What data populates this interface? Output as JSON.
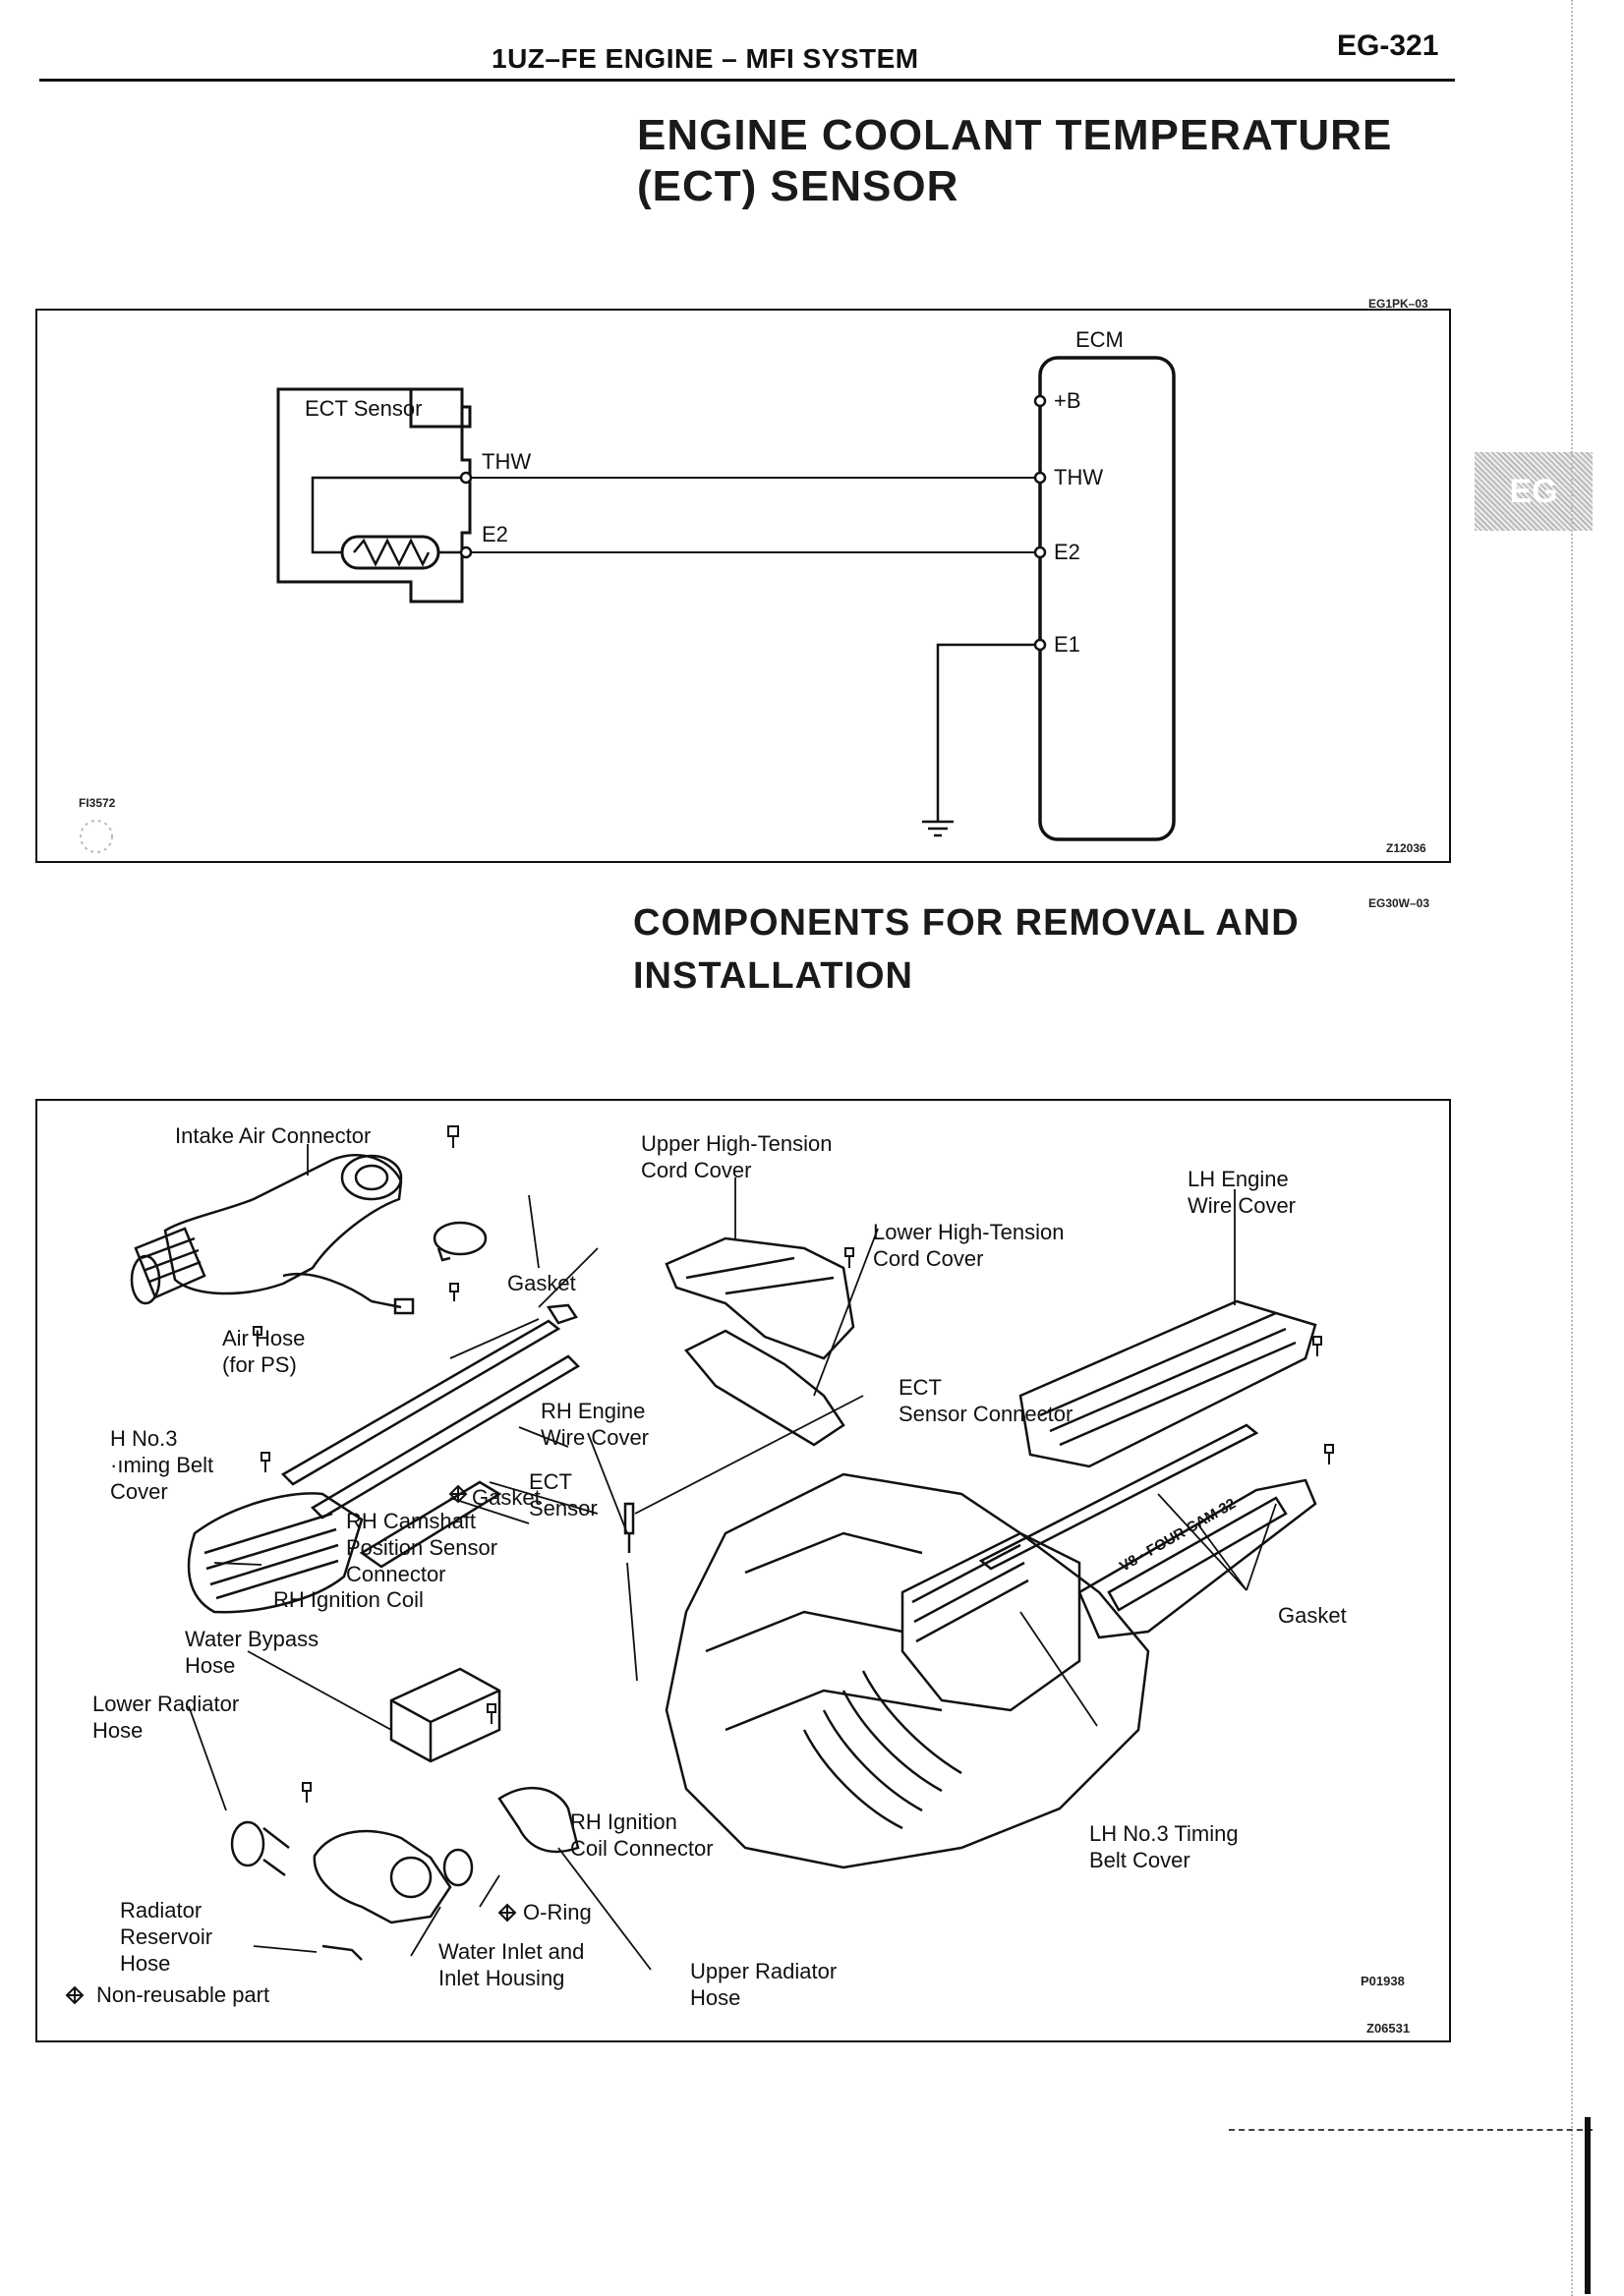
{
  "header": {
    "title": "1UZ–FE ENGINE – MFI SYSTEM",
    "page_number": "EG-321",
    "tab": "EG"
  },
  "section1": {
    "title_line1": "ENGINE COOLANT TEMPERATURE",
    "title_line2": "(ECT) SENSOR",
    "code": "EG1PK–03"
  },
  "circuit": {
    "sensor_label": "ECT Sensor",
    "ecm_label": "ECM",
    "wire_thw": "THW",
    "wire_e2": "E2",
    "pin_b": "+B",
    "pin_thw": "THW",
    "pin_e2": "E2",
    "pin_e1": "E1",
    "fig_left": "FI3572",
    "fig_right": "Z12036"
  },
  "section2": {
    "title_line1": "COMPONENTS FOR REMOVAL AND",
    "title_line2": "INSTALLATION",
    "code": "EG30W–03"
  },
  "components": {
    "intake_air_connector": "Intake Air Connector",
    "upper_ht_cord_cover": "Upper High-Tension\nCord Cover",
    "lh_engine_wire_cover": "LH Engine\nWire Cover",
    "lower_ht_cord_cover": "Lower High-Tension\nCord Cover",
    "gasket_top": "Gasket",
    "air_hose": "Air Hose\n(for PS)",
    "ect_sensor_connector": "ECT\nSensor Connector",
    "rh_no3_timing_belt_cover": "H No.3\n·ıming Belt\nCover",
    "rh_engine_wire_cover": "RH Engine\nWire Cover",
    "ect_sensor": "ECT\nSensor",
    "gasket_mid": "Gasket",
    "rh_camshaft_sensor_connector": "RH Camshaft\nPosition Sensor\nConnector",
    "rh_ignition_coil": "RH Ignition Coil",
    "gasket_right": "Gasket",
    "water_bypass_hose": "Water Bypass\nHose",
    "lower_radiator_hose": "Lower Radiator\nHose",
    "rh_ignition_coil_connector": "RH Ignition\nCoil Connector",
    "lh_no3_timing_belt_cover": "LH No.3 Timing\nBelt Cover",
    "radiator_reservoir_hose": "Radiator\nReservoir\nHose",
    "o_ring": "O-Ring",
    "water_inlet_housing": "Water Inlet and\nInlet Housing",
    "upper_radiator_hose": "Upper Radiator\nHose",
    "non_reusable": "Non-reusable part",
    "engine_badge": "V8 · FOUR CAM 32",
    "fig_a": "P01938",
    "fig_b": "Z06531"
  },
  "icons": {
    "non_reusable": "diamond-cross-icon",
    "bolt": "bolt-icon",
    "ground": "ground-icon"
  }
}
